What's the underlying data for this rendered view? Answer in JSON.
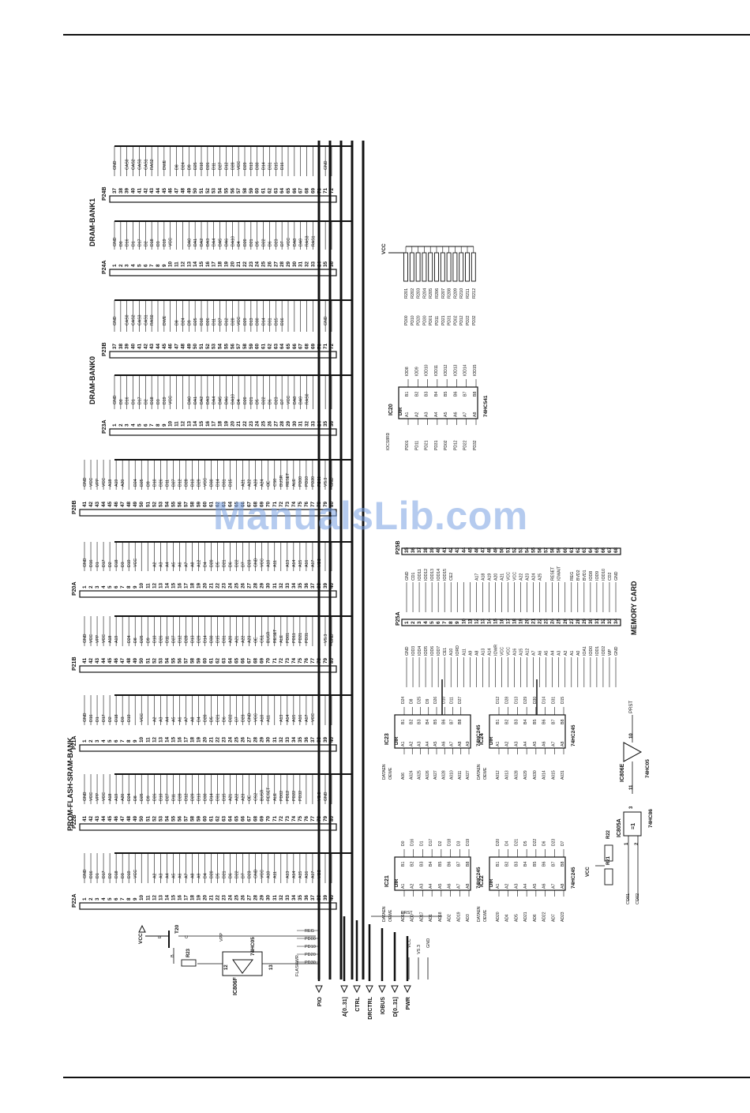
{
  "watermark": "ManualsLib.com",
  "colors": {
    "ink": "#111111",
    "paper": "#ffffff",
    "watermark": "#8fb0e6"
  },
  "titles": {
    "dram1": "DRAM-BANK1",
    "dram0": "DRAM-BANK0",
    "prom": "PROM-FLASH-SRAM-BANK",
    "memcard": "MEMORY CARD"
  },
  "buses": [
    "PIO",
    "A[0..31]",
    "CTRL",
    "DRCTRL",
    "IOBUS",
    "D[0..31]",
    "PWR"
  ],
  "connectors": [
    {
      "id": "P24B",
      "start": 37,
      "end": 72,
      "signals": [
        "GND",
        "",
        "CAS0",
        "CAS2",
        "CAS3",
        "CAS1",
        "RAS2",
        "",
        "DWE",
        "",
        "D8",
        "D24",
        "D9",
        "D25",
        "D10",
        "D26",
        "D11",
        "D27",
        "D12",
        "D28",
        "VCC",
        "D29",
        "D13",
        "D30",
        "D14",
        "D31",
        "D15",
        "D16",
        "",
        "",
        "",
        "",
        "",
        "",
        "GND",
        ""
      ]
    },
    {
      "id": "P24A",
      "start": 1,
      "end": 36,
      "signals": [
        "GND",
        "D0",
        "D16",
        "D1",
        "D17",
        "D2",
        "D18",
        "D3",
        "D19",
        "VCC",
        "",
        "",
        "DA0",
        "DA1",
        "DA2",
        "DA3",
        "DA4",
        "DA5",
        "DA6",
        "DA10",
        "D4",
        "D20",
        "D21",
        "D5",
        "D22",
        "D6",
        "D23",
        "D7",
        "VCC",
        "DA8",
        "DA9",
        "RAS3",
        "RAS1",
        "",
        "",
        ""
      ]
    },
    {
      "id": "P23B",
      "start": 37,
      "end": 72,
      "signals": [
        "GND",
        "",
        "CAS0",
        "CAS2",
        "CAS3",
        "CAS1",
        "RAS0",
        "",
        "DWE",
        "",
        "D8",
        "D24",
        "D9",
        "D25",
        "D10",
        "D26",
        "D11",
        "D27",
        "D12",
        "D28",
        "VCC",
        "D29",
        "D13",
        "D30",
        "D14",
        "D31",
        "D15",
        "D16",
        "",
        "",
        "",
        "",
        "",
        "",
        "GND",
        ""
      ]
    },
    {
      "id": "P23A",
      "start": 1,
      "end": 36,
      "signals": [
        "GND",
        "D0",
        "D16",
        "D1",
        "D17",
        "D2",
        "D18",
        "D3",
        "D19",
        "VCC",
        "",
        "",
        "DA0",
        "DA1",
        "DA2",
        "DA3",
        "DA4",
        "DA5",
        "DA6",
        "DA10",
        "D4",
        "D20",
        "D21",
        "D5",
        "D22",
        "D6",
        "D23",
        "D7",
        "VCC",
        "DA8",
        "DA9",
        "RAS0",
        "",
        "",
        "",
        ""
      ]
    },
    {
      "id": "P20B",
      "start": 41,
      "end": 80,
      "signals": [
        "GND",
        "VCC",
        "VPP",
        "VCC",
        "A18",
        "A19",
        "A20",
        "",
        "D24",
        "D25",
        "D9",
        "D10",
        "D26",
        "D11",
        "D27",
        "D12",
        "D28",
        "D13",
        "D29",
        "VCC",
        "D30",
        "D14",
        "D31",
        "D15",
        "",
        "A21",
        "A22",
        "A23",
        "A24",
        "OE",
        "CS0",
        "BUSR",
        "RESET",
        "ALE",
        "PD00",
        "PD10",
        "PD20",
        "PD30",
        "VS.3",
        "GND"
      ]
    },
    {
      "id": "P20A",
      "start": 1,
      "end": 40,
      "signals": [
        "GND",
        "D16",
        "D1",
        "D17",
        "D2",
        "D18",
        "D3",
        "D19",
        "VCC",
        "",
        "",
        "A2",
        "A3",
        "A4",
        "A5",
        "A6",
        "A7",
        "A8",
        "A12",
        "D4",
        "D20",
        "D5",
        "D21",
        "D6",
        "D22",
        "D7",
        "D23",
        "GND",
        "VCC",
        "A10",
        "A11",
        "",
        "A13",
        "A14",
        "A15",
        "A16",
        "A17",
        "VCC",
        "",
        ""
      ]
    },
    {
      "id": "P21B",
      "start": 41,
      "end": 80,
      "signals": [
        "GND",
        "VCC",
        "VPP",
        "VCC",
        "A18",
        "A19",
        "",
        "D24",
        "D8",
        "D25",
        "D9",
        "D10",
        "D26",
        "D11",
        "D27",
        "D12",
        "D28",
        "D13",
        "D29",
        "D14",
        "D30",
        "D15",
        "D31",
        "A20",
        "A21",
        "A22",
        "A23",
        "OE",
        "CS1",
        "BUSR",
        "RESET",
        "ALE",
        "PD01",
        "PD11",
        "PD21",
        "PD31",
        "",
        "",
        "VS.3",
        "GND"
      ]
    },
    {
      "id": "P21A",
      "start": 1,
      "end": 40,
      "signals": [
        "GND",
        "D16",
        "D1",
        "D17",
        "D2",
        "D18",
        "D3",
        "D19",
        "",
        "VCC",
        "",
        "A2",
        "A3",
        "A4",
        "A5",
        "A6",
        "A7",
        "A8",
        "D4",
        "D20",
        "D5",
        "D21",
        "D6",
        "D22",
        "D7",
        "D23",
        "GND",
        "VCC",
        "A10",
        "A11",
        "",
        "A13",
        "A14",
        "A15",
        "A16",
        "A17",
        "VCC",
        "",
        "",
        ""
      ]
    },
    {
      "id": "P22B",
      "start": 41,
      "end": 80,
      "signals": [
        "GND",
        "VCC",
        "VPP",
        "VCC",
        "A18",
        "A19",
        "A20",
        "D24",
        "D8",
        "D25",
        "D9",
        "D26",
        "D10",
        "D27",
        "D11",
        "D28",
        "D12",
        "D29",
        "D13",
        "D30",
        "D14",
        "D31",
        "D15",
        "A21",
        "A22",
        "A23",
        "OE",
        "CS2",
        "BUSR",
        "RESET",
        "ALE",
        "PD02",
        "PD12",
        "PD22",
        "PD32",
        "",
        "",
        "VS.3",
        "GND",
        ""
      ]
    },
    {
      "id": "P22A",
      "start": 1,
      "end": 40,
      "signals": [
        "GND",
        "D16",
        "D1",
        "D17",
        "D2",
        "D18",
        "D3",
        "D19",
        "VCC",
        "",
        "",
        "A2",
        "A3",
        "A4",
        "A5",
        "A6",
        "A7",
        "A8",
        "A9",
        "D4",
        "D20",
        "D5",
        "D21",
        "D6",
        "D22",
        "D7",
        "D23",
        "GND",
        "VCC",
        "A10",
        "A11",
        "",
        "A13",
        "A14",
        "A15",
        "A16",
        "A17",
        "VCC",
        "",
        ""
      ]
    },
    {
      "id": "P25B",
      "start": 35,
      "end": 68,
      "signals": [
        "GND",
        "CD1",
        "IOD11",
        "IOD12",
        "IOD13",
        "IOD14",
        "IOD15",
        "CE2",
        "",
        "",
        "",
        "A17",
        "A18",
        "A19",
        "A20",
        "A21",
        "VCC",
        "VCC",
        "A22",
        "A23",
        "A24",
        "A25",
        "",
        "RESET",
        "IOWAIT",
        "",
        "REG",
        "BVD2",
        "BVD1",
        "IOD8",
        "IOD9",
        "IOD10",
        "CD2",
        "GND"
      ]
    },
    {
      "id": "P25A",
      "start": 1,
      "end": 34,
      "signals": [
        "GND",
        "IOD3",
        "IOD4",
        "IOD5",
        "IOD6",
        "IOD7",
        "CE1",
        "A10",
        "IORD",
        "A11",
        "A9",
        "A8",
        "A13",
        "A14",
        "IOWR",
        "VCC",
        "VCC",
        "A16",
        "A15",
        "A12",
        "A7",
        "A6",
        "A5",
        "A4",
        "A3",
        "A2",
        "A1",
        "A0",
        "IOA1",
        "IOD0",
        "IOD1",
        "IOD2",
        "WP",
        "GND"
      ]
    }
  ],
  "transceivers": [
    {
      "id": "IC23",
      "part": "74HC245",
      "ctrl": [
        "DATAEN",
        "OEWE"
      ],
      "a_pins": [
        "A06",
        "A024",
        "A025",
        "A026",
        "A027",
        "A028",
        "A010",
        "A011",
        "A027"
      ],
      "b_pins": [
        "D24",
        "D8",
        "D25",
        "D9",
        "D26",
        "D10",
        "D11",
        "D27"
      ]
    },
    {
      "id": "IC24",
      "part": "74HC245",
      "ctrl": [
        "DATAEN",
        "OEWE"
      ],
      "a_pins": [
        "A012",
        "A013",
        "A028",
        "A029",
        "A030",
        "A014",
        "A015",
        "A031"
      ],
      "b_pins": [
        "D12",
        "D28",
        "D13",
        "D29",
        "D30",
        "D14",
        "D31",
        "D15"
      ]
    },
    {
      "id": "IC21",
      "part": "74HC245",
      "ctrl": [
        "DATAEN",
        "OEWE"
      ],
      "a_pins": [
        "AD16",
        "AD0",
        "AD17",
        "AD1",
        "AD18",
        "AD2",
        "AD19",
        "AD3"
      ],
      "b_pins": [
        "D0",
        "D16",
        "D1",
        "D17",
        "D2",
        "D18",
        "D3",
        "D19"
      ]
    },
    {
      "id": "IC22",
      "part": "74HC245",
      "ctrl": [
        "DATAEN",
        "OEWE"
      ],
      "a_pins": [
        "AD20",
        "AD4",
        "AD5",
        "AD21",
        "AD6",
        "AD22",
        "AD7",
        "AD23"
      ],
      "b_pins": [
        "D20",
        "D4",
        "D21",
        "D5",
        "D22",
        "D6",
        "D23",
        "D7"
      ]
    },
    {
      "id": "IC20",
      "part": "74HC541",
      "ctrl": [
        "IOCS8RD"
      ],
      "a_pins": [
        "PD01",
        "PD11",
        "PD21",
        "PD31",
        "PD02",
        "PD12",
        "PD22",
        "PD32"
      ],
      "b_pins": [
        "IOD8",
        "IOD9",
        "IOD10",
        "IOD11",
        "IOD12",
        "IOD13",
        "IOD14",
        "IOD15"
      ]
    }
  ],
  "resistor_net": {
    "rail": "VCC",
    "resistors": [
      "R201",
      "R202",
      "R203",
      "R204",
      "R205",
      "R206",
      "R207",
      "R208",
      "R209",
      "R210",
      "R211",
      "R212"
    ],
    "nets": [
      "PD00",
      "PD10",
      "PD20",
      "PD30",
      "PD01",
      "PD11",
      "PD21",
      "PD31",
      "PD02",
      "PD12",
      "PD22",
      "PD32"
    ]
  },
  "gates": [
    {
      "id": "IC806E",
      "part": "74HC05",
      "pins": [
        "11",
        "10"
      ],
      "out": "PRST"
    },
    {
      "id": "IC805A",
      "part": "74HC86",
      "pins": [
        "3",
        "1",
        "2"
      ],
      "sym": "=1",
      "r1": "R22",
      "r2": "R21",
      "rail": "VCC",
      "in1": "CD01",
      "in2": "CD02"
    },
    {
      "id": "IC806F",
      "part": "74HC05",
      "pins": [
        "12",
        "13"
      ],
      "in": "FLASHWR"
    }
  ],
  "transistor": {
    "id": "T20",
    "res": "R23",
    "rail": "VCC",
    "vpp": "VPP",
    "e": "E",
    "b": "B",
    "c": "C"
  },
  "pio_labels": [
    "REG",
    "PD00",
    "PD10",
    "PD20",
    "PD30"
  ],
  "misc": {
    "prst": "PRST",
    "pwr_vcc": "VCC",
    "pwr_vs": "VS.3",
    "pwr_gnd": "GND"
  }
}
